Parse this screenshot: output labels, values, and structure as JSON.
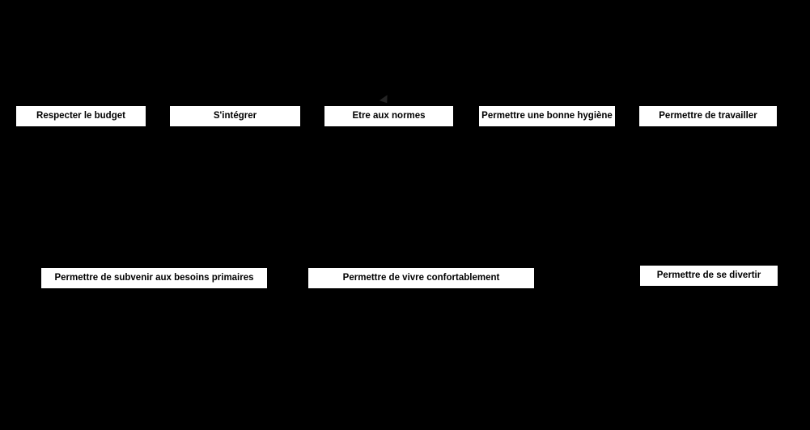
{
  "colors": {
    "background": "#000000",
    "node_fill": "#ffffff",
    "node_text": "#000000",
    "arrowhead": "#242424"
  },
  "diagram": {
    "top_row": [
      {
        "label": "Respecter le budget"
      },
      {
        "label": "S'intégrer"
      },
      {
        "label": "Etre aux normes"
      },
      {
        "label": "Permettre une bonne hygiène"
      },
      {
        "label": "Permettre de travailler"
      }
    ],
    "bottom_row": [
      {
        "label": "Permettre de subvenir aux besoins primaires"
      },
      {
        "label": "Permettre de vivre confortablement"
      },
      {
        "label": "Permettre de se divertir"
      }
    ],
    "arrowhead_icon": "arrowhead-icon"
  }
}
